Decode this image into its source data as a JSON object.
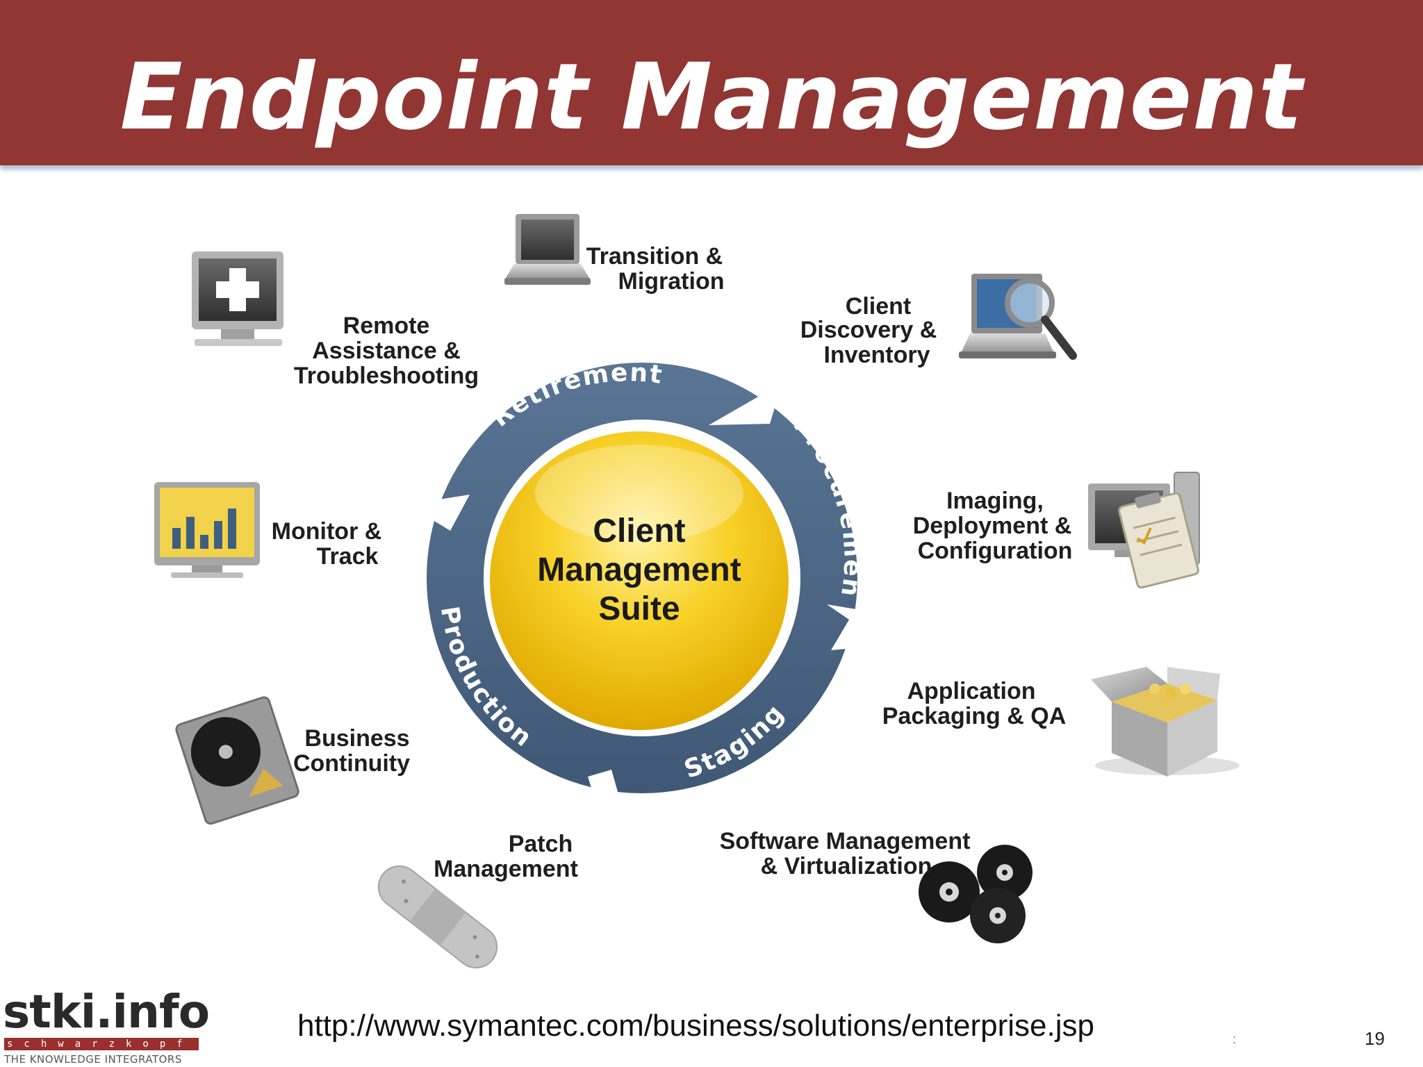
{
  "title": "Endpoint Management",
  "center": {
    "line1": "Client",
    "line2": "Management",
    "line3": "Suite"
  },
  "cycle": {
    "retirement": "Retirement",
    "procurement": "Procurement",
    "staging": "Staging",
    "production": "Production"
  },
  "items": {
    "transition": {
      "line1": "Transition &",
      "line2": "Migration"
    },
    "discovery": {
      "line1": "Client",
      "line2": "Discovery &",
      "line3": "Inventory"
    },
    "imaging": {
      "line1": "Imaging,",
      "line2": "Deployment &",
      "line3": "Configuration"
    },
    "packaging": {
      "line1": "Application",
      "line2": "Packaging & QA"
    },
    "software": {
      "line1": "Software Management",
      "line2": "& Virtualization"
    },
    "patch": {
      "line1": "Patch",
      "line2": "Management"
    },
    "continuity": {
      "line1": "Business",
      "line2": "Continuity"
    },
    "monitor": {
      "line1": "Monitor &",
      "line2": "Track"
    },
    "remote": {
      "line1": "Remote",
      "line2": "Assistance &",
      "line3": "Troubleshooting"
    }
  },
  "footer": {
    "url": "http://www.symantec.com/business/solutions/enterprise.jsp",
    "page_number": "19",
    "tick": ":"
  },
  "logo": {
    "main": "stki.info",
    "bar": "schwarzkopf",
    "sub": "THE KNOWLEDGE INTEGRATORS"
  },
  "colors": {
    "header": "#913633",
    "ring": "#4b6583",
    "center": "#f5c519"
  },
  "icons": {
    "transition": "laptop-icon",
    "discovery": "laptop-magnifier-icon",
    "imaging": "computer-clipboard-icon",
    "packaging": "open-box-icon",
    "software": "discs-icon",
    "patch": "bandage-icon",
    "continuity": "hard-drive-icon",
    "monitor": "chart-monitor-icon",
    "remote": "monitor-plus-icon"
  }
}
